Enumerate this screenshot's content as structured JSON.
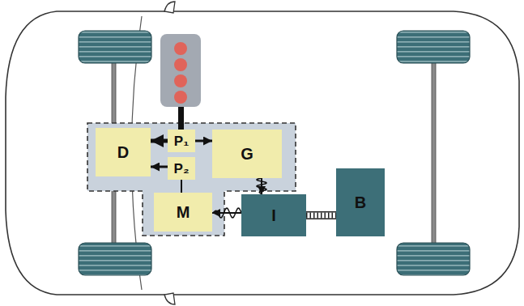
{
  "diagram": {
    "nodes": [
      {
        "text": [
          "D"
        ]
      },
      {
        "text": [
          "P₁"
        ]
      },
      {
        "text": [
          "G"
        ]
      },
      {
        "text": [
          "P₂"
        ]
      },
      {
        "text": [
          "M"
        ]
      },
      {
        "text": [
          "I"
        ]
      },
      {
        "text": [
          "B"
        ]
      }
    ],
    "edges": [
      {
        "from": 1,
        "to": 0,
        "arrow": "to"
      },
      {
        "from": 1,
        "to": 2,
        "arrow": "to"
      },
      {
        "from": 3,
        "to": 0,
        "arrow": "to"
      },
      {
        "from": 4,
        "to": 3,
        "arrow": "none"
      },
      {
        "from": 2,
        "to": 5,
        "arrow": "to"
      },
      {
        "from": 5,
        "to": 4,
        "arrow": "to"
      },
      {
        "from": 5,
        "to": 6,
        "arrow": "none"
      }
    ]
  }
}
